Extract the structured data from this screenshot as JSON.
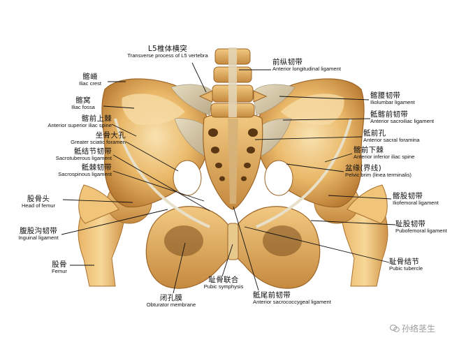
{
  "labels": {
    "l5": {
      "zh": "L5椎体横突",
      "en": "Transverse process of L5 vertebra"
    },
    "ant_long": {
      "zh": "前纵韧带",
      "en": "Anterior longitudinal ligament"
    },
    "iliac_crest": {
      "zh": "髂嵴",
      "en": "Iliac crest"
    },
    "iliac_fossa": {
      "zh": "髂窝",
      "en": "Iliac fossa"
    },
    "asis": {
      "zh": "髂前上棘",
      "en": "Anterior superior iliac spine"
    },
    "iliolumbar": {
      "zh": "髂腰韧带",
      "en": "Iliolumbar ligament"
    },
    "ant_sacroiliac": {
      "zh": "骶髂前韧带",
      "en": "Anterior sacroiliac ligament"
    },
    "gsf": {
      "zh": "坐骨大孔",
      "en": "Greater sciatic foramen"
    },
    "ant_sacral_foramina": {
      "zh": "骶前孔",
      "en": "Anterior sacral foramina"
    },
    "sacrotuberous": {
      "zh": "骶结节韧带",
      "en": "Sacrotuberous ligament"
    },
    "aiis": {
      "zh": "髂前下棘",
      "en": "Anterior inferior iliac spine"
    },
    "sacrospinous": {
      "zh": "骶棘韧带",
      "en": "Sacrospinous ligament"
    },
    "pelvic_brim": {
      "zh": "盆缘(界线)",
      "en": "Pelvic brim (linea terminalis)"
    },
    "head_femur": {
      "zh": "股骨头",
      "en": "Head of femur"
    },
    "iliofemoral": {
      "zh": "髂股韧带",
      "en": "Iliofemoral ligament"
    },
    "inguinal": {
      "zh": "腹股沟韧带",
      "en": "Inguinal ligament"
    },
    "pubofemoral": {
      "zh": "耻股韧带",
      "en": "Pubofemoral ligament"
    },
    "femur": {
      "zh": "股骨",
      "en": "Femur"
    },
    "pubic_tubercle": {
      "zh": "耻骨结节",
      "en": "Pubic tubercle"
    },
    "pubic_symphysis": {
      "zh": "耻骨联合",
      "en": "Pubic symphysis"
    },
    "obturator": {
      "zh": "闭孔膜",
      "en": "Obturator membrane"
    },
    "ant_sacrococcygeal": {
      "zh": "骶尾前韧带",
      "en": "Anterior sacrococcygeal ligament"
    }
  },
  "watermark": "孙络茎生",
  "colors": {
    "bone_light": "#f3cd86",
    "bone_mid": "#dca352",
    "bone_dark": "#a86a28",
    "ligament": "#d9cfb4",
    "line": "#111111"
  }
}
